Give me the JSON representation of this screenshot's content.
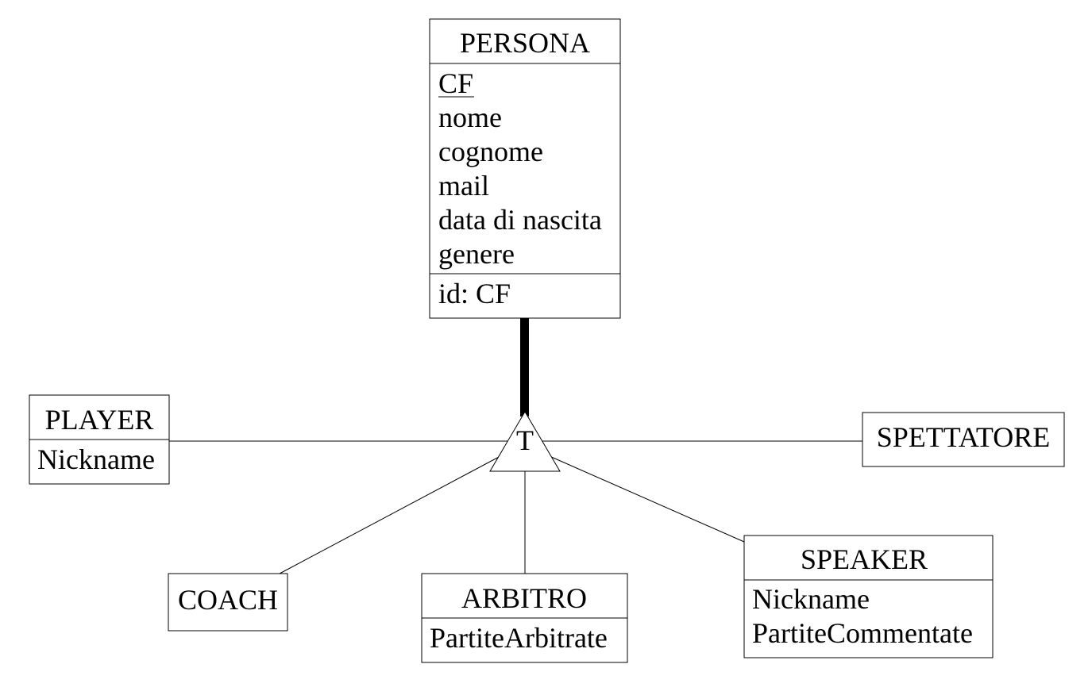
{
  "entities": {
    "persona": {
      "name": "PERSONA",
      "attributes": [
        "CF",
        "nome",
        "cognome",
        "mail",
        "data di nascita",
        "genere"
      ],
      "identifier": "id: CF"
    },
    "player": {
      "name": "PLAYER",
      "attributes": [
        "Nickname"
      ]
    },
    "spettatore": {
      "name": "SPETTATORE"
    },
    "coach": {
      "name": "COACH"
    },
    "arbitro": {
      "name": "ARBITRO",
      "attributes": [
        "PartiteArbitrate"
      ]
    },
    "speaker": {
      "name": "SPEAKER",
      "attributes": [
        "Nickname",
        "PartiteCommentate"
      ]
    }
  },
  "generalization": {
    "label": "T"
  }
}
